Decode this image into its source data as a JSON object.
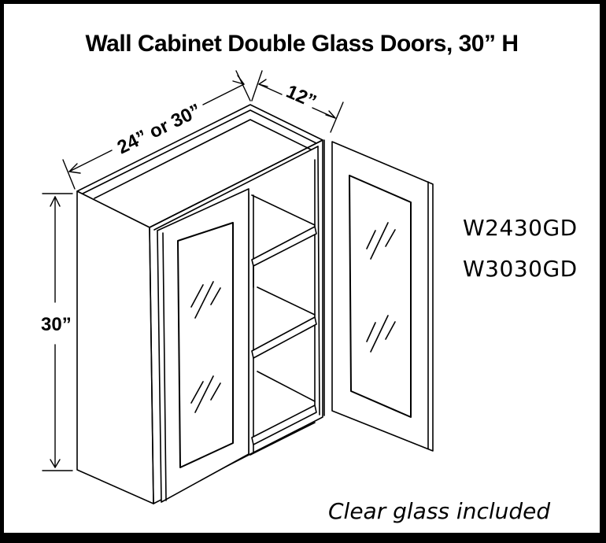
{
  "title": "Wall Cabinet Double Glass Doors, 30” H",
  "models": [
    "W2430GD",
    "W3030GD"
  ],
  "note": "Clear glass included",
  "dimensions": {
    "width": "24” or 30”",
    "depth": "12”",
    "height": "30”"
  },
  "colors": {
    "border": "#000000",
    "background": "#ffffff",
    "line": "#000000"
  }
}
